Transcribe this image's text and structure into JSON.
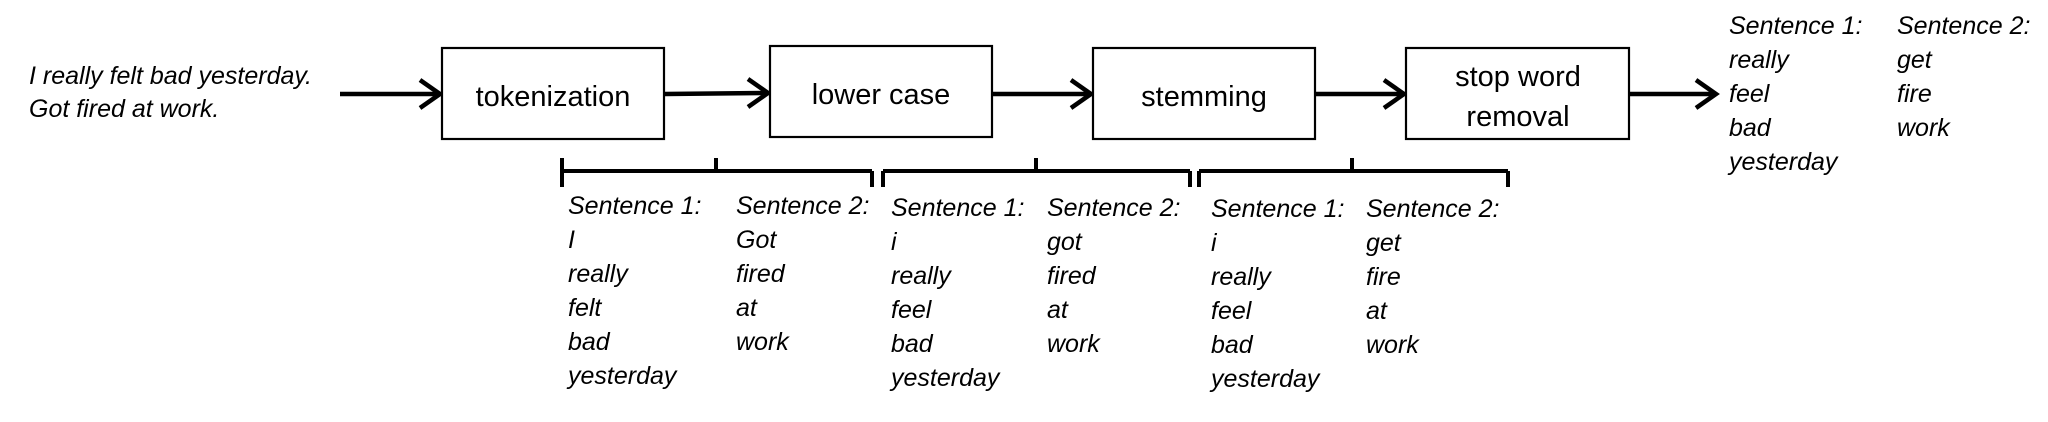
{
  "input_text": {
    "line1": "I really felt bad yesterday.",
    "line2": "Got fired at work."
  },
  "stages": [
    {
      "label_lines": [
        "tokenization"
      ]
    },
    {
      "label_lines": [
        "lower case"
      ]
    },
    {
      "label_lines": [
        "stemming"
      ]
    },
    {
      "label_lines": [
        "stop word",
        "removal"
      ]
    }
  ],
  "outputs": [
    {
      "sentence1": {
        "heading": "Sentence 1:",
        "tokens": [
          "I",
          "really",
          "felt",
          "bad",
          "yesterday"
        ]
      },
      "sentence2": {
        "heading": "Sentence 2:",
        "tokens": [
          "Got",
          "fired",
          "at",
          "work"
        ]
      }
    },
    {
      "sentence1": {
        "heading": "Sentence 1:",
        "tokens": [
          "i",
          "really",
          "feel",
          "bad",
          "yesterday"
        ]
      },
      "sentence2": {
        "heading": "Sentence 2:",
        "tokens": [
          "got",
          "fired",
          "at",
          "work"
        ]
      }
    },
    {
      "sentence1": {
        "heading": "Sentence 1:",
        "tokens": [
          "i",
          "really",
          "feel",
          "bad",
          "yesterday"
        ]
      },
      "sentence2": {
        "heading": "Sentence 2:",
        "tokens": [
          "get",
          "fire",
          "at",
          "work"
        ]
      }
    }
  ],
  "final_output": {
    "sentence1": {
      "heading": "Sentence 1:",
      "tokens": [
        "really",
        "feel",
        "bad",
        "yesterday"
      ]
    },
    "sentence2": {
      "heading": "Sentence 2:",
      "tokens": [
        "get",
        "fire",
        "work"
      ]
    }
  }
}
